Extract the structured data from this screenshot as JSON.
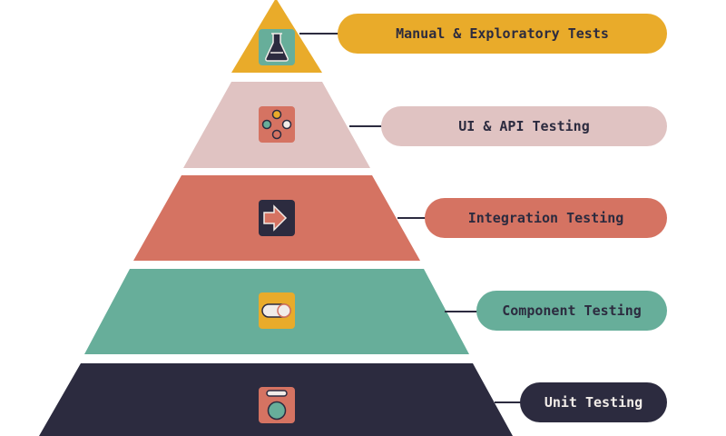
{
  "layers": [
    {
      "label": "Manual & Exploratory Tests",
      "icon": "flask-icon",
      "color": "#e9ab2a"
    },
    {
      "label": "UI & API Testing",
      "icon": "gamepad-buttons-icon",
      "color": "#e0c3c2"
    },
    {
      "label": "Integration Testing",
      "icon": "arrow-right-icon",
      "color": "#d57362"
    },
    {
      "label": "Component Testing",
      "icon": "toggle-icon",
      "color": "#67ae9a"
    },
    {
      "label": "Unit Testing",
      "icon": "unit-block-icon",
      "color": "#2c2b3f"
    }
  ]
}
